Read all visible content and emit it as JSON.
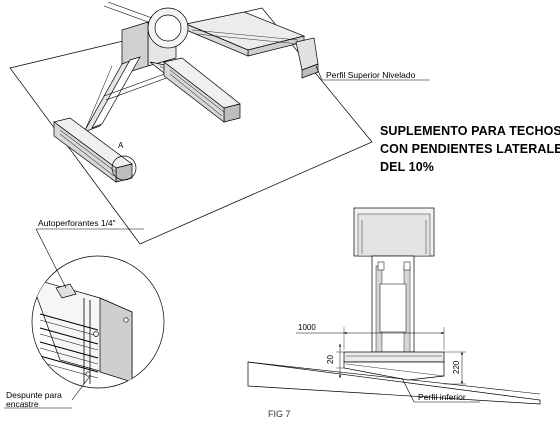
{
  "title": {
    "line1": "SUPLEMENTO PARA TECHOS",
    "line2": "CON PENDIENTES LATERALES",
    "line3": "DEL 10%"
  },
  "labels": {
    "perfil_superior": "Perfil Superior Nivelado",
    "detail_marker": "A",
    "autoperforantes": "Autoperforantes 1/4\"",
    "despunte_line1": "Despunte para",
    "despunte_line2": "encastre",
    "perfil_inferior": "Perfil inferior"
  },
  "dimensions": {
    "width": "1000",
    "left_height": "20",
    "right_height": "220"
  },
  "caption": "FIG 7"
}
